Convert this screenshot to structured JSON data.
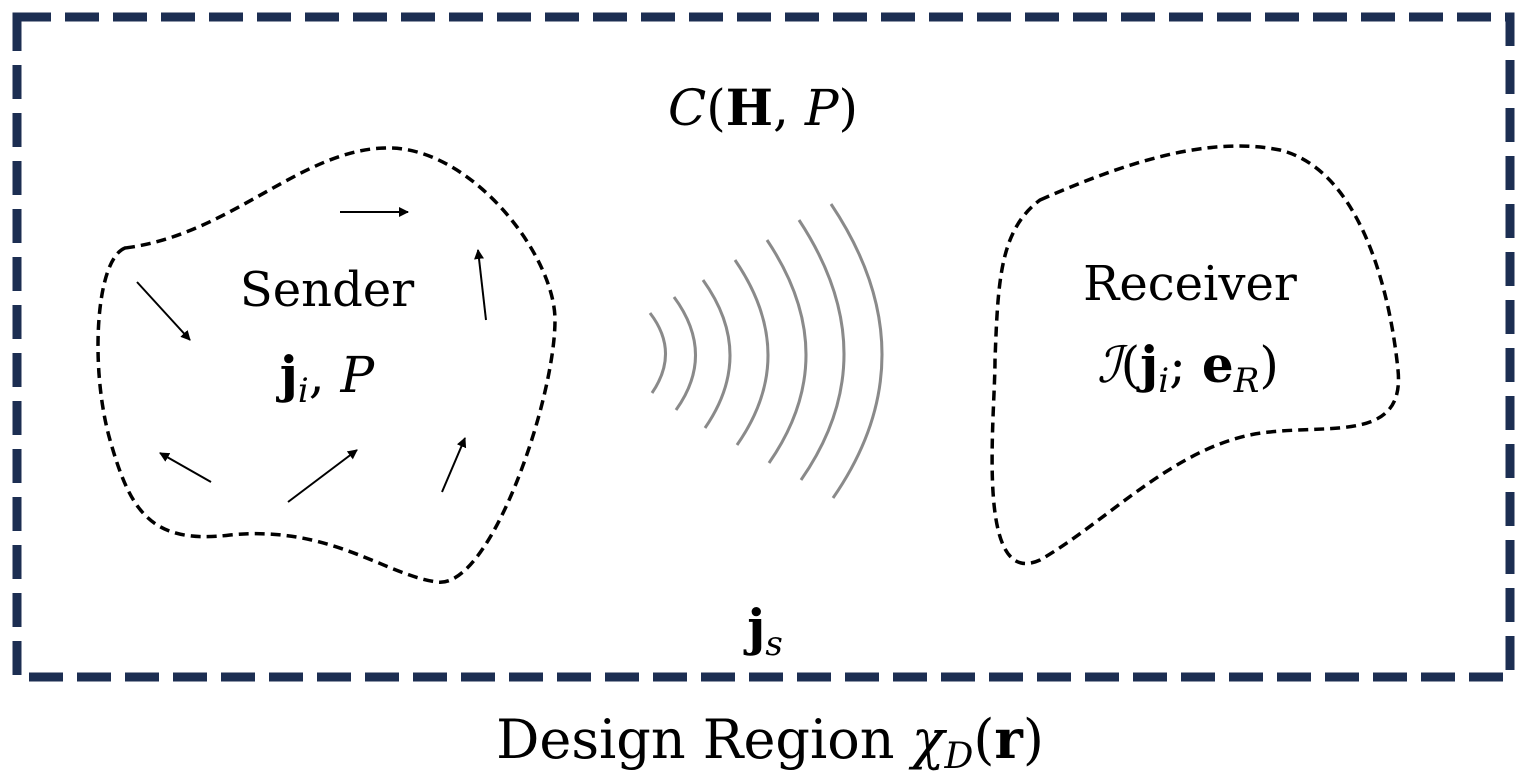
{
  "colors": {
    "frame": "#1c2e52",
    "outline": "#000000",
    "waves": "#8a8a8a",
    "arrows": "#000000",
    "background": "#ffffff"
  },
  "top_label": {
    "C": "C",
    "open": "(",
    "H": "H",
    "comma": ", ",
    "P": "P",
    "close": ")"
  },
  "sender": {
    "name": "Sender",
    "j": "j",
    "j_sub": "i",
    "comma": ", ",
    "P": "P"
  },
  "receiver": {
    "name": "Receiver",
    "I": "ℐ",
    "open": "(",
    "j": "j",
    "j_sub": "i",
    "semi": "; ",
    "e": "e",
    "e_sub": "R",
    "close": ")"
  },
  "scatter_label": {
    "j": "j",
    "j_sub": "s"
  },
  "caption": {
    "text": "Design Region ",
    "chi": "χ",
    "chi_sub": "D",
    "open": "(",
    "r": "r",
    "close": ")"
  },
  "icons": [
    "arrow-icon",
    "wave-icon"
  ]
}
